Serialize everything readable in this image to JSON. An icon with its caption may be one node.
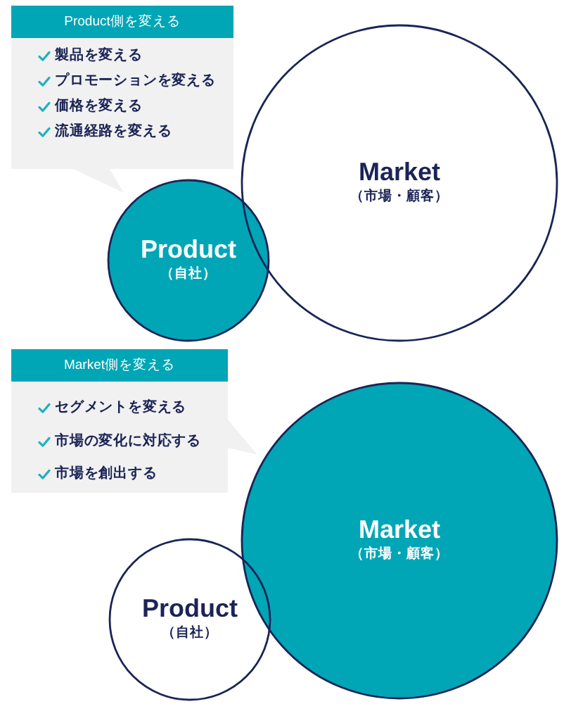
{
  "diagram": {
    "nodes": [
      {
        "text": [
          "製品を変える",
          "プロモーションを変える",
          "価格を変える",
          "流通経路を変える"
        ]
      },
      {
        "text": [
          "Product側を変える"
        ],
        "in": 0
      },
      {
        "text": [
          "Market",
          "（市場・顧客）"
        ]
      },
      {
        "text": [
          "Product",
          "（自社）"
        ]
      },
      {
        "text": [
          "セグメントを変える",
          "市場の変化に対応する",
          "市場を創出する"
        ]
      },
      {
        "text": [
          "Market側を変える"
        ],
        "in": 4
      },
      {
        "text": [
          "Market",
          "（市場・顧客）"
        ]
      },
      {
        "text": [
          "Product",
          "（自社）"
        ]
      }
    ]
  }
}
